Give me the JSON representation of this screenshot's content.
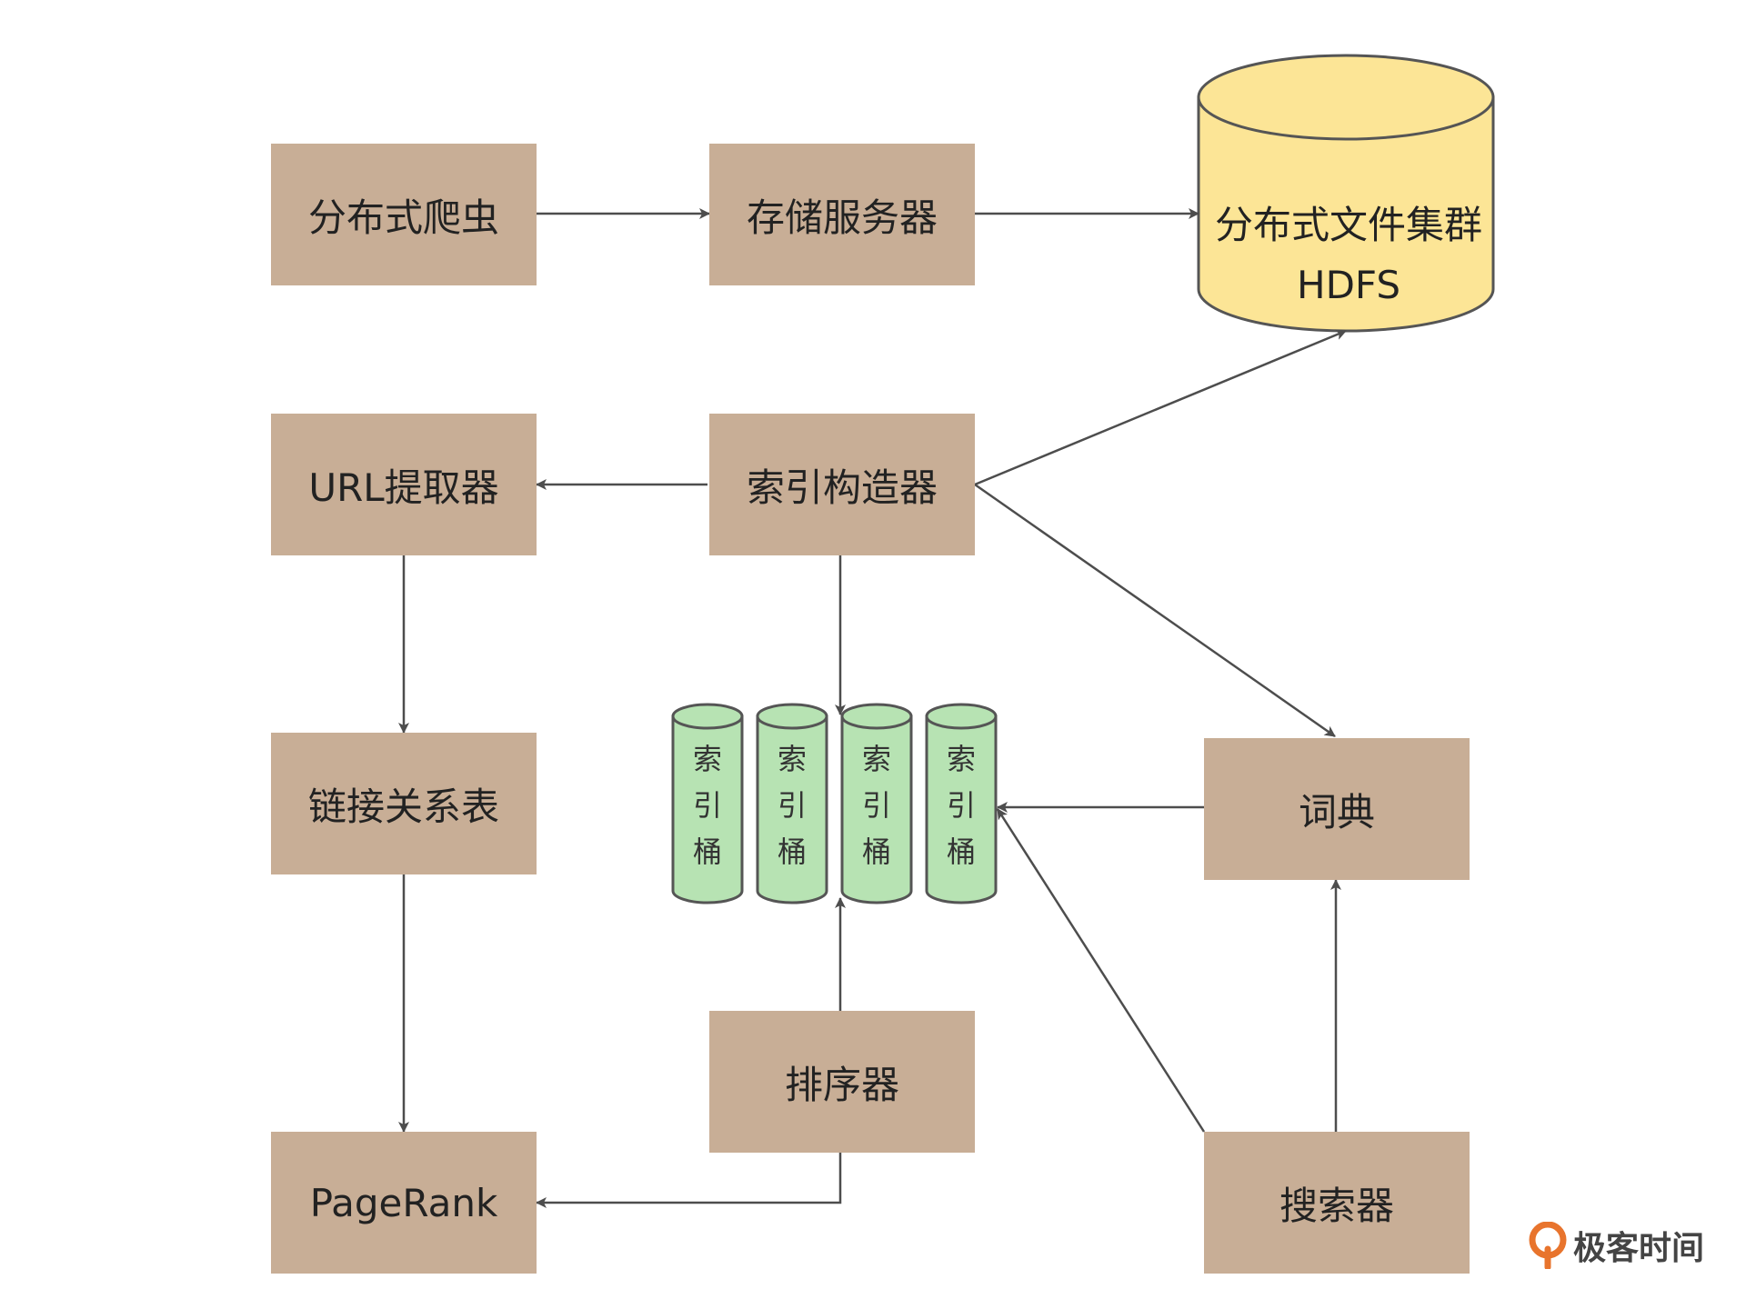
{
  "nodes": {
    "crawler": "分布式爬虫",
    "storage_server": "存储服务器",
    "dfs_cluster": {
      "line1": "分布式文件集群",
      "line2": "HDFS"
    },
    "url_extractor": "URL提取器",
    "index_builder": "索引构造器",
    "link_table": "链接关系表",
    "pagerank": "PageRank",
    "sorter": "排序器",
    "dictionary": "词典",
    "searcher": "搜索器"
  },
  "index_buckets": [
    {
      "chars": [
        "索",
        "引",
        "桶"
      ]
    },
    {
      "chars": [
        "索",
        "引",
        "桶"
      ]
    },
    {
      "chars": [
        "索",
        "引",
        "桶"
      ]
    },
    {
      "chars": [
        "索",
        "引",
        "桶"
      ]
    }
  ],
  "edges": [
    {
      "from": "crawler",
      "to": "storage_server"
    },
    {
      "from": "storage_server",
      "to": "dfs_cluster"
    },
    {
      "from": "index_builder",
      "to": "dfs_cluster"
    },
    {
      "from": "index_builder",
      "to": "url_extractor"
    },
    {
      "from": "index_builder",
      "to": "index_buckets"
    },
    {
      "from": "index_builder",
      "to": "dictionary"
    },
    {
      "from": "url_extractor",
      "to": "link_table"
    },
    {
      "from": "link_table",
      "to": "pagerank"
    },
    {
      "from": "sorter",
      "to": "index_buckets"
    },
    {
      "from": "sorter",
      "to": "pagerank"
    },
    {
      "from": "dictionary",
      "to": "index_buckets"
    },
    {
      "from": "searcher",
      "to": "dictionary"
    },
    {
      "from": "searcher",
      "to": "index_buckets"
    }
  ],
  "colors": {
    "box_fill": "#c8ae96",
    "cylinder_fill": "#fce596",
    "bucket_fill": "#b7e3b3",
    "line": "#4d4d4d",
    "logo_accent": "#e8742d"
  },
  "logo": {
    "icon": "geektime-logo-icon",
    "text": "极客时间"
  }
}
